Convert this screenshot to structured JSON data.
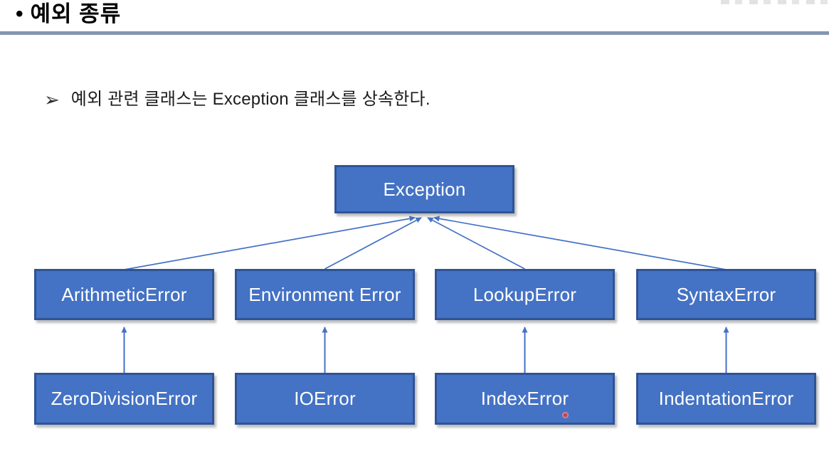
{
  "slide": {
    "title_bullet": "•",
    "title": "예외 종류",
    "bullet_marker": "➢",
    "bullet_text": "예외 관련 클래스는 Exception 클래스를 상속한다.",
    "colors": {
      "box_fill": "#4472C4",
      "box_border": "#2F5496",
      "box_text": "#FFFFFF",
      "connector": "#4472C4",
      "title_rule": "#8496B0",
      "pointer_dot": "#C85A6A"
    }
  },
  "diagram": {
    "type": "tree",
    "root": {
      "label": "Exception"
    },
    "level2": [
      {
        "label": "ArithmeticError"
      },
      {
        "label": "Environment Error"
      },
      {
        "label": "LookupError"
      },
      {
        "label": "SyntaxError"
      }
    ],
    "level3": [
      {
        "label": "ZeroDivisionError",
        "parent": "ArithmeticError"
      },
      {
        "label": "IOError",
        "parent": "Environment Error"
      },
      {
        "label": "IndexError",
        "parent": "LookupError"
      },
      {
        "label": "IndentationError",
        "parent": "SyntaxError"
      }
    ],
    "edge_direction": "child-to-parent arrows"
  }
}
